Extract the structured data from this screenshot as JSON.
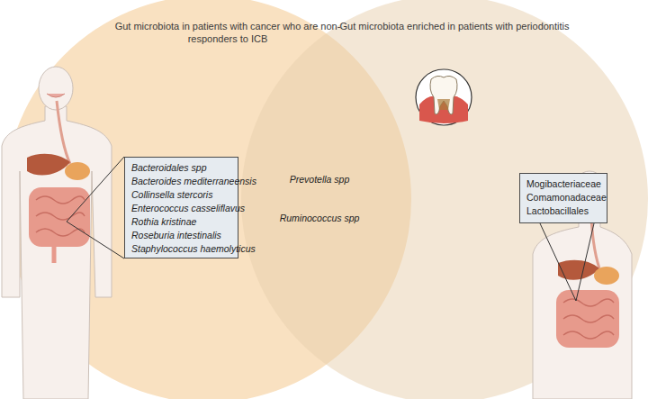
{
  "diagram": {
    "nodes": [
      {
        "text": [
          "Gut microbiota in patients with cancer who are non-responders to ICB"
        ]
      },
      {
        "text": [
          "Bacteroidales spp",
          "Bacteroides mediterraneensis",
          "Collinsella stercoris",
          "Enterococcus casseliflavus",
          "Rothia kristinae",
          "Roseburia intestinalis",
          "Staphylococcus haemolyticus"
        ],
        "in": 0
      },
      {
        "text": [
          "Gut microbiota enriched in patients with periodontitis"
        ]
      },
      {
        "text": [
          "Mogibacteriaceae",
          "Comamonadaceae",
          "Lactobacillales"
        ],
        "in": 2
      }
    ],
    "labels": [
      "Prevotella spp",
      "Ruminococcus spp"
    ]
  }
}
